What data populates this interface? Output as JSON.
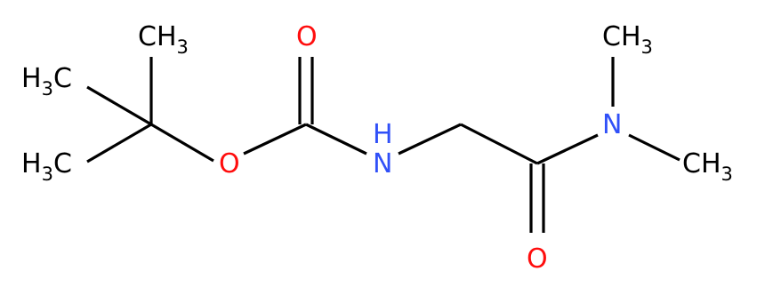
{
  "molecule": {
    "colors": {
      "carbon": "#000000",
      "oxygen": "#ff0d0d",
      "nitrogen": "#3050f8",
      "background": "#ffffff"
    },
    "atoms": {
      "methyl_top": {
        "main": "CH",
        "sub": "3"
      },
      "methyl_left_upper": {
        "main": "H",
        "sub": "3",
        "tail": "C"
      },
      "methyl_left_lower": {
        "main": "H",
        "sub": "3",
        "tail": "C"
      },
      "ester_oxygen": {
        "main": "O"
      },
      "carbonyl_oxygen_top": {
        "main": "O"
      },
      "amide_nitrogen_h": {
        "main": "N",
        "hydrogen": "H"
      },
      "carbonyl_oxygen_bottom": {
        "main": "O"
      },
      "dimethyl_nitrogen": {
        "main": "N"
      },
      "methyl_right_upper": {
        "main": "CH",
        "sub": "3"
      },
      "methyl_right_lower": {
        "main": "CH",
        "sub": "3"
      }
    }
  }
}
